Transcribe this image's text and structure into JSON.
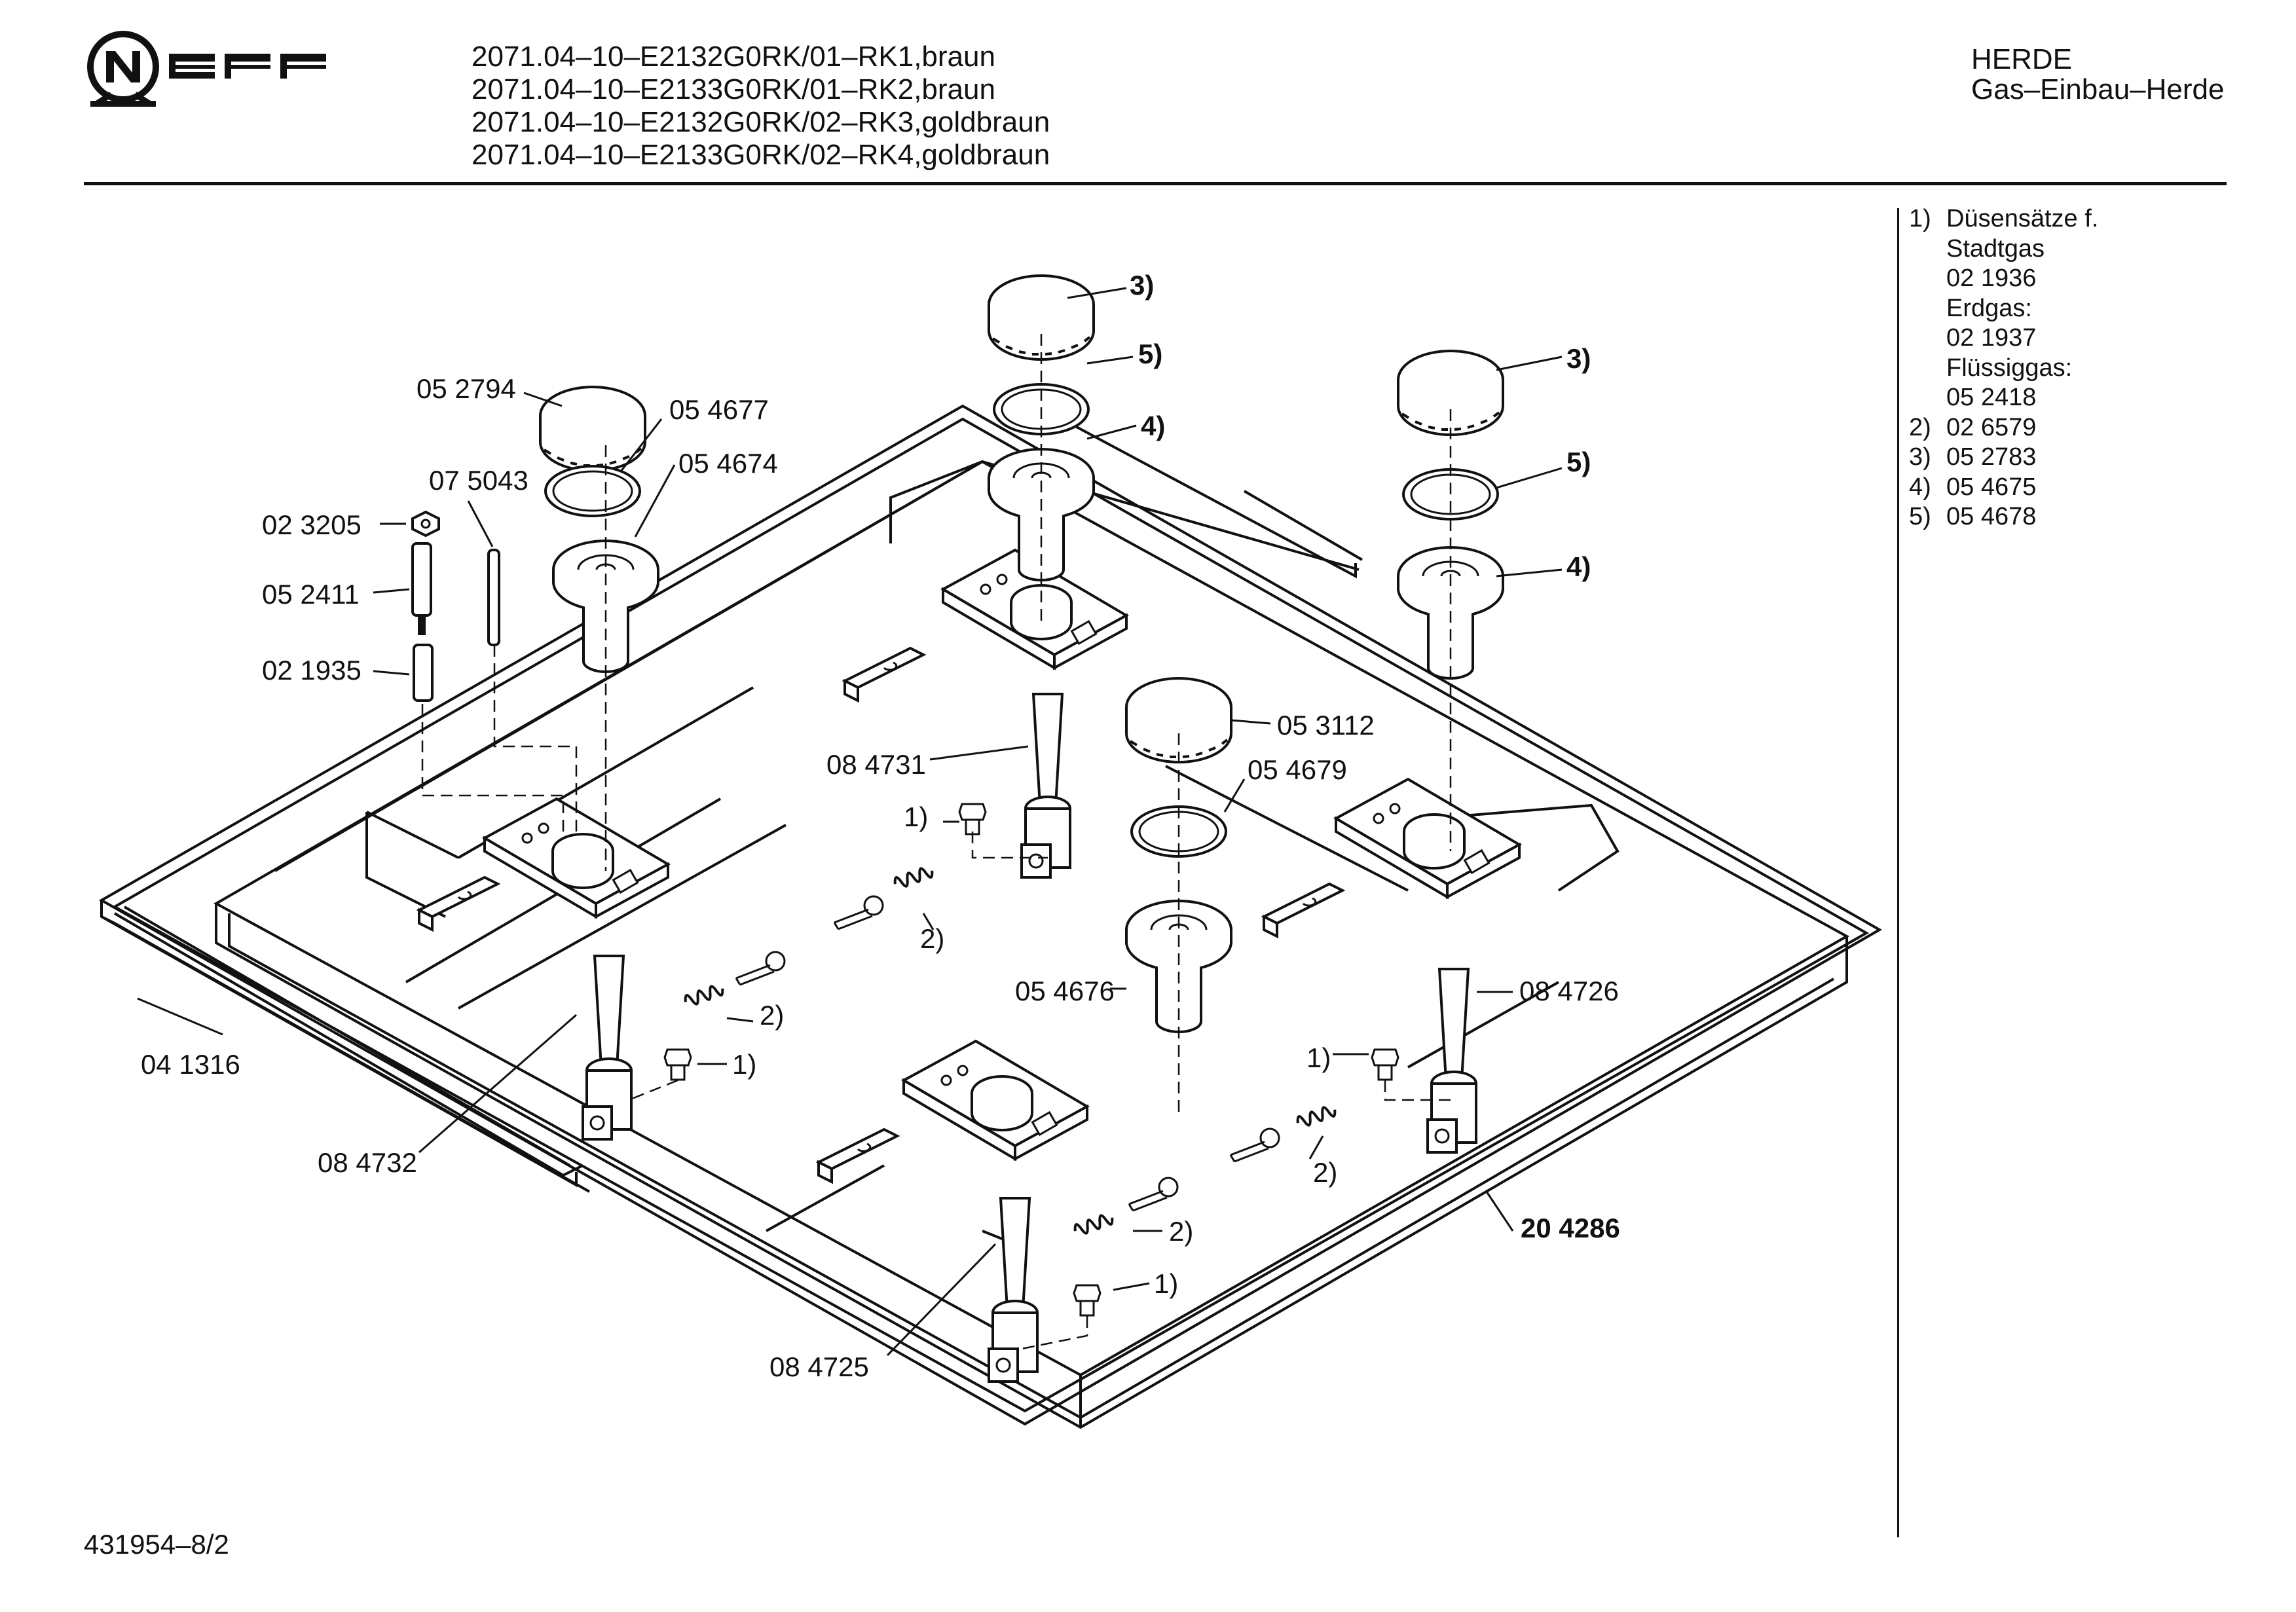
{
  "brand": "NEFF",
  "models": [
    "2071.04–10–E2132G0RK/01–RK1,braun",
    "2071.04–10–E2133G0RK/01–RK2,braun",
    "2071.04–10–E2132G0RK/02–RK3,goldbraun",
    "2071.04–10–E2133G0RK/02–RK4,goldbraun"
  ],
  "category": {
    "line1": "HERDE",
    "line2": "Gas–Einbau–Herde"
  },
  "legend": [
    {
      "num": "1)",
      "text": "Düsensätze f."
    },
    {
      "num": "",
      "text": "Stadtgas"
    },
    {
      "num": "",
      "text": "02 1936"
    },
    {
      "num": "",
      "text": "Erdgas:"
    },
    {
      "num": "",
      "text": "02 1937"
    },
    {
      "num": "",
      "text": "Flüssiggas:"
    },
    {
      "num": "",
      "text": "05 2418"
    },
    {
      "num": "2)",
      "text": "02 6579"
    },
    {
      "num": "3)",
      "text": "05 2783"
    },
    {
      "num": "4)",
      "text": "05 4675"
    },
    {
      "num": "5)",
      "text": "05 4678"
    }
  ],
  "labels": {
    "p052794": "05 2794",
    "p054677": "05 4677",
    "p054674": "05 4674",
    "p075043": "07 5043",
    "p023205": "02 3205",
    "p052411": "05 2411",
    "p021935": "02 1935",
    "p041316": "04 1316",
    "p084732": "08 4732",
    "p084731": "08 4731",
    "p053112": "05 3112",
    "p054679": "05 4679",
    "p054676": "05 4676",
    "p084726": "08 4726",
    "p204286": "20 4286",
    "p084725": "08 4725",
    "ref3a": "3)",
    "ref5a": "5)",
    "ref4a": "4)",
    "ref3b": "3)",
    "ref5b": "5)",
    "ref4b": "4)",
    "ref1a": "1)",
    "ref2a": "2)",
    "ref2b": "2)",
    "ref1b": "1)",
    "ref1c": "1)",
    "ref2c": "2)",
    "ref2d": "2)",
    "ref1d": "1)"
  },
  "footer": "431954–8/2"
}
